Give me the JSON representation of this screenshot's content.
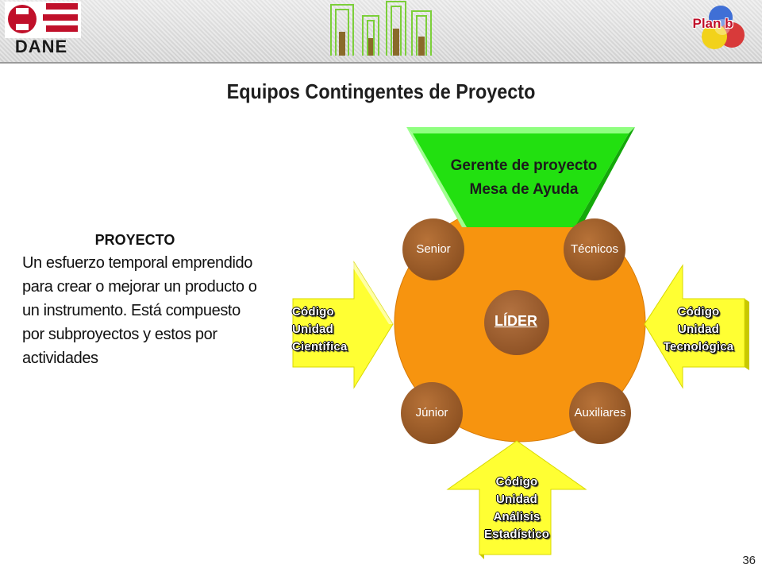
{
  "header": {
    "logo_text": "DANE",
    "brand_mark_text": "Plan b"
  },
  "slide": {
    "title": "Equipos Contingentes de Proyecto",
    "page_number": "36"
  },
  "definition": {
    "heading": "PROYECTO",
    "body": "Un esfuerzo temporal emprendido para crear o mejorar un producto o un instrumento. Está compuesto por subproyectos y estos por actividades"
  },
  "diagram": {
    "manager": {
      "line1": "Gerente de proyecto",
      "line2": "Mesa de Ayuda"
    },
    "leader": "LÍDER",
    "roles": {
      "top_left": "Senior",
      "top_right": "Técnicos",
      "bottom_left": "Júnior",
      "bottom_right": "Auxiliares"
    },
    "inputs": {
      "left": [
        "Código",
        "Unidad",
        "Científica"
      ],
      "right": [
        "Código",
        "Unidad",
        "Tecnológica"
      ],
      "bottom": [
        "Código",
        "Unidad",
        "Análisis",
        "Estadístico"
      ]
    },
    "colors": {
      "team_circle": "#f7940f",
      "manager_trapezoid": "#22e010",
      "role_circle": "#9a5b28",
      "arrow_fill": "#ffff33",
      "arrow_shade": "#c8c800"
    }
  }
}
